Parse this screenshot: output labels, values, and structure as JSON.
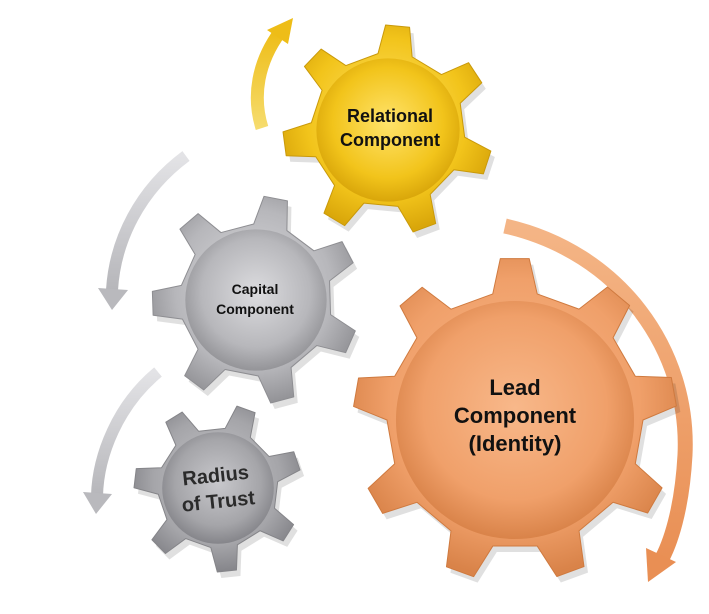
{
  "gears": {
    "relational": {
      "line1": "Relational",
      "line2": "Component",
      "color": "#f0c419"
    },
    "capital": {
      "line1": "Capital",
      "line2": "Component",
      "color": "#b4b4b8"
    },
    "lead": {
      "line1": "Lead",
      "line2": "Component",
      "line3": "(Identity)",
      "color": "#f1a46e"
    },
    "radius": {
      "line1": "Radius",
      "line2": "of Trust",
      "color": "#a9a9ad"
    }
  },
  "arrows": {
    "yellow": "#f2c62a",
    "gray": "#c9c9cd",
    "orange": "#ef9d66"
  }
}
